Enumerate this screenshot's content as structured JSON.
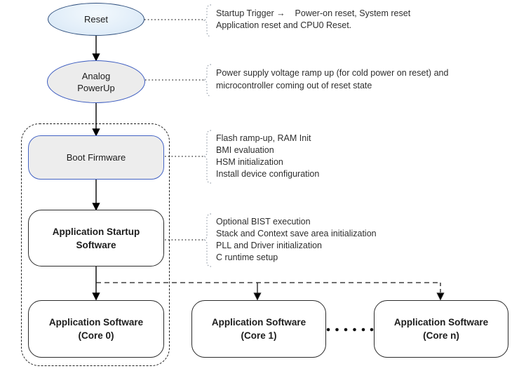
{
  "diagram_type": "boot-sequence-flowchart",
  "nodes": {
    "reset": {
      "label": "Reset"
    },
    "analog_powerup": {
      "lines": [
        "Analog",
        "PowerUp"
      ]
    },
    "boot_firmware": {
      "label": "Boot Firmware"
    },
    "app_startup": {
      "lines": [
        "Application Startup",
        "Software"
      ]
    },
    "core0": {
      "lines": [
        "Application Software",
        "(Core 0)"
      ]
    },
    "core1": {
      "lines": [
        "Application Software",
        "(Core 1)"
      ]
    },
    "coren": {
      "lines": [
        "Application Software",
        "(Core n)"
      ]
    }
  },
  "annotations": {
    "reset": {
      "lines": [
        "Startup Trigger →    Power-on reset, System reset",
        "Application reset and CPU0 Reset."
      ]
    },
    "analog_powerup": {
      "lines": [
        "Power supply voltage ramp up (for cold power on reset) and",
        "microcontroller coming out of reset state"
      ]
    },
    "boot_firmware": {
      "lines": [
        "Flash ramp-up, RAM Init",
        "BMI evaluation",
        "HSM initialization",
        "Install device configuration"
      ]
    },
    "app_startup": {
      "lines": [
        "Optional BIST execution",
        "Stack and Context save area initialization",
        "PLL and Driver initialization",
        "C runtime setup"
      ]
    }
  },
  "colors": {
    "reset_fill": "#e2eef9",
    "reset_border": "#2f4f7d",
    "gray_fill": "#ededed",
    "blue_border": "#3f5fc1",
    "plain_box_border": "#2b2b2b",
    "dashed_group_border": "#222222",
    "connector": "#2a2a2a",
    "brace": "#98a0ab"
  }
}
